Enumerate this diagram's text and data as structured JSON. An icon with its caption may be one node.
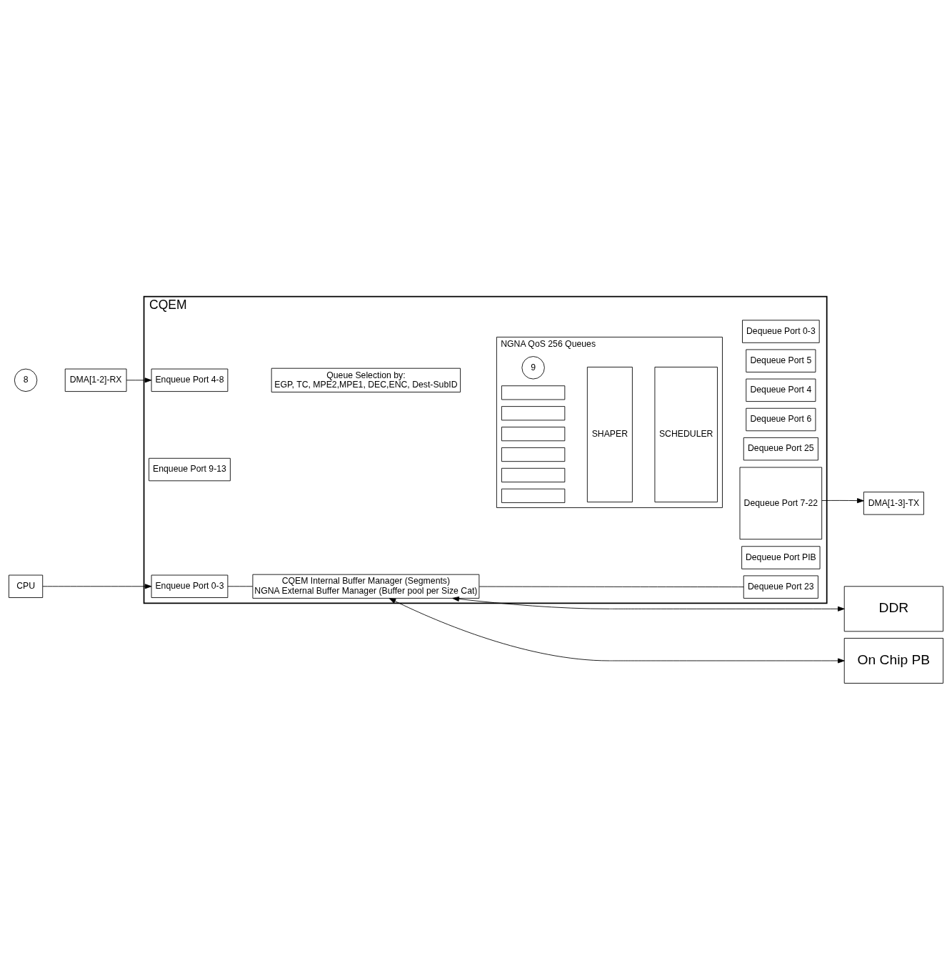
{
  "diagram": {
    "nodes": [
      {
        "text": [
          "CQEM"
        ]
      },
      {
        "text": [
          "8"
        ]
      },
      {
        "text": [
          "DMA[1-2]-RX"
        ]
      },
      {
        "text": [
          "Enqueue Port 4-8"
        ],
        "in": 0
      },
      {
        "text": [
          "Enqueue Port 9-13"
        ],
        "in": 0
      },
      {
        "text": [
          "CPU"
        ]
      },
      {
        "text": [
          "Enqueue Port 0-3"
        ],
        "in": 0
      },
      {
        "text": [
          "Queue Selection by:",
          "EGP, TC, MPE2,MPE1, DEC,ENC, Dest-SubID"
        ],
        "in": 0
      },
      {
        "text": [
          "NGNA QoS 256 Queues"
        ],
        "in": 0
      },
      {
        "text": [
          "9"
        ],
        "in": 8
      },
      {
        "text": [],
        "shape": "box",
        "in": 8
      },
      {
        "text": [],
        "shape": "box",
        "in": 8
      },
      {
        "text": [],
        "shape": "box",
        "in": 8
      },
      {
        "text": [],
        "shape": "box",
        "in": 8
      },
      {
        "text": [],
        "shape": "box",
        "in": 8
      },
      {
        "text": [],
        "shape": "box",
        "in": 8
      },
      {
        "text": [
          "SHAPER"
        ],
        "in": 8
      },
      {
        "text": [
          "SCHEDULER"
        ],
        "in": 8
      },
      {
        "text": [
          "Dequeue Port PIB"
        ],
        "in": 0
      },
      {
        "text": [
          "Dequeue Port 7-22"
        ],
        "in": 0
      },
      {
        "text": [
          "Dequeue Port 25"
        ],
        "in": 0
      },
      {
        "text": [
          "Dequeue Port 6"
        ],
        "in": 0
      },
      {
        "text": [
          "Dequeue Port 4"
        ],
        "in": 0
      },
      {
        "text": [
          "Dequeue Port 5"
        ],
        "in": 0
      },
      {
        "text": [
          "Dequeue Port 0-3"
        ],
        "in": 0
      },
      {
        "text": [
          "Dequeue Port 23"
        ],
        "in": 0
      },
      {
        "text": [
          "CQEM Internal Buffer Manager (Segments)",
          "NGNA External Buffer Manager (Buffer pool per Size Cat)"
        ],
        "in": 0
      },
      {
        "text": [
          "DMA[1-3]-TX"
        ]
      },
      {
        "text": [
          "DDR"
        ]
      },
      {
        "text": [
          "On Chip PB"
        ]
      }
    ],
    "edges": [
      {
        "from": 2,
        "to": 3,
        "arrow": "to"
      },
      {
        "from": 5,
        "to": 6,
        "arrow": "to"
      },
      {
        "from": 6,
        "to": 26,
        "arrow": "none"
      },
      {
        "from": 25,
        "to": 26,
        "arrow": "none"
      },
      {
        "from": 19,
        "to": 27,
        "arrow": "to"
      },
      {
        "from": 26,
        "to": 28,
        "arrow": "both"
      },
      {
        "from": 26,
        "to": 29,
        "arrow": "both"
      }
    ]
  }
}
